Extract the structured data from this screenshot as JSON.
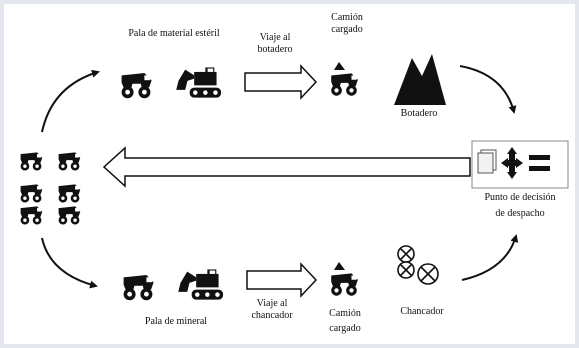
{
  "labels": {
    "pala_esteril": "Pala de material estéril",
    "viaje_botadero_1": "Viaje al",
    "viaje_botadero_2": "botadero",
    "camion_cargado_top_1": "Camión",
    "camion_cargado_top_2": "cargado",
    "botadero": "Botadero",
    "punto_decision_1": "Punto de decisión",
    "punto_decision_2": "de despacho",
    "pala_mineral": "Pala de mineral",
    "viaje_chancador_1": "Viaje al",
    "viaje_chancador_2": "chancador",
    "camion_cargado_bottom_1": "Camión",
    "camion_cargado_bottom_2": "cargado",
    "chancador": "Chancador"
  },
  "icons": {
    "truck": "haul-truck-icon",
    "loaded_truck": "loaded-haul-truck-icon",
    "shovel": "shovel-excavator-icon",
    "dump": "waste-dump-icon",
    "crusher": "crusher-icon",
    "dispatch": "dispatch-decision-icon"
  },
  "colors": {
    "ink": "#111111",
    "frame": "#e4e8ee",
    "background": "#ffffff"
  }
}
